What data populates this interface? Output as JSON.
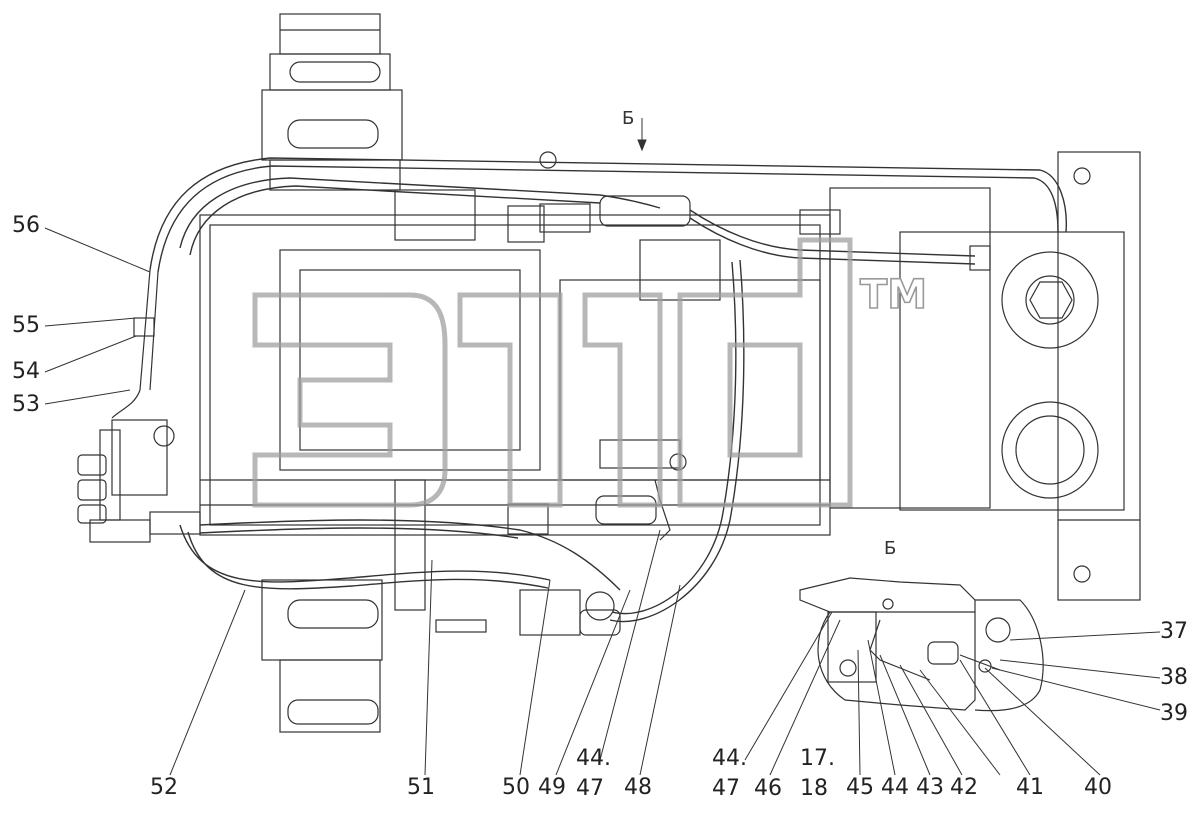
{
  "view_labels": {
    "top": "Б",
    "detail": "Б"
  },
  "watermark": {
    "trademark": "TM"
  },
  "callouts": {
    "c56": "56",
    "c55": "55",
    "c54": "54",
    "c53": "53",
    "c52": "52",
    "c51": "51",
    "c50": "50",
    "c49": "49",
    "c44a": "44.",
    "c47a": "47",
    "c48": "48",
    "c44b": "44.",
    "c47b": "47",
    "c46": "46",
    "c17": "17.",
    "c18": "18",
    "c45": "45",
    "c44c": "44",
    "c43": "43",
    "c42": "42",
    "c41": "41",
    "c40": "40",
    "c37": "37",
    "c38": "38",
    "c39": "39"
  }
}
